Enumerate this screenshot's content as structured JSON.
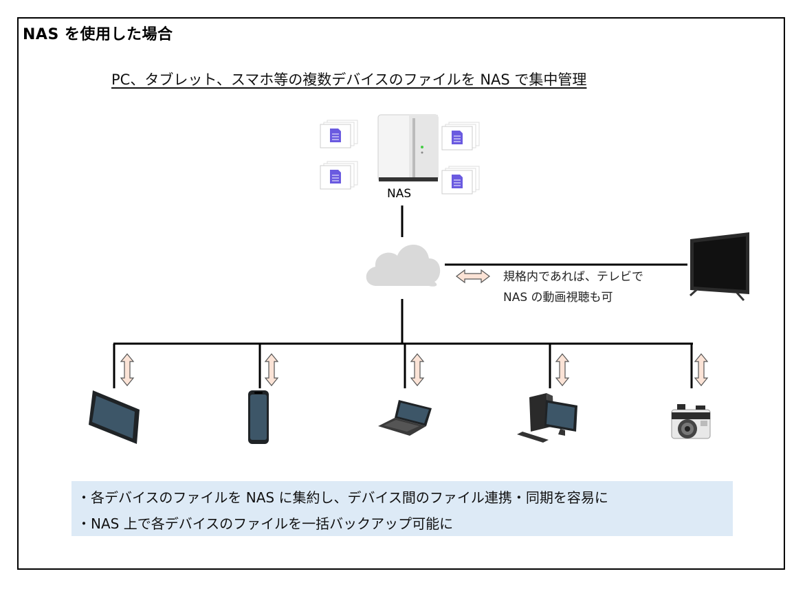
{
  "title": "NAS を使用した場合",
  "subtitle": "PC、タブレット、スマホ等の複数デバイスのファイルを NAS で集中管理",
  "nas": {
    "label": "NAS"
  },
  "tv": {
    "caption_line1": "規格内であれば、テレビで",
    "caption_line2": "NAS の動画視聴も可"
  },
  "notes": [
    "・各デバイスのファイルを NAS に集約し、デバイス間のファイル連携・同期を容易に",
    "・NAS 上で各デバイスのファイルを一括バックアップ可能に"
  ],
  "devices": [
    "tablet",
    "smartphone",
    "laptop",
    "desktop-pc",
    "camera"
  ],
  "colors": {
    "arrow_fill": "#fbe3d6",
    "arrow_stroke": "#555555",
    "note_bg": "#ddeaf6",
    "file_icon": "#6a5ae0",
    "cloud": "#d9d9d9"
  }
}
